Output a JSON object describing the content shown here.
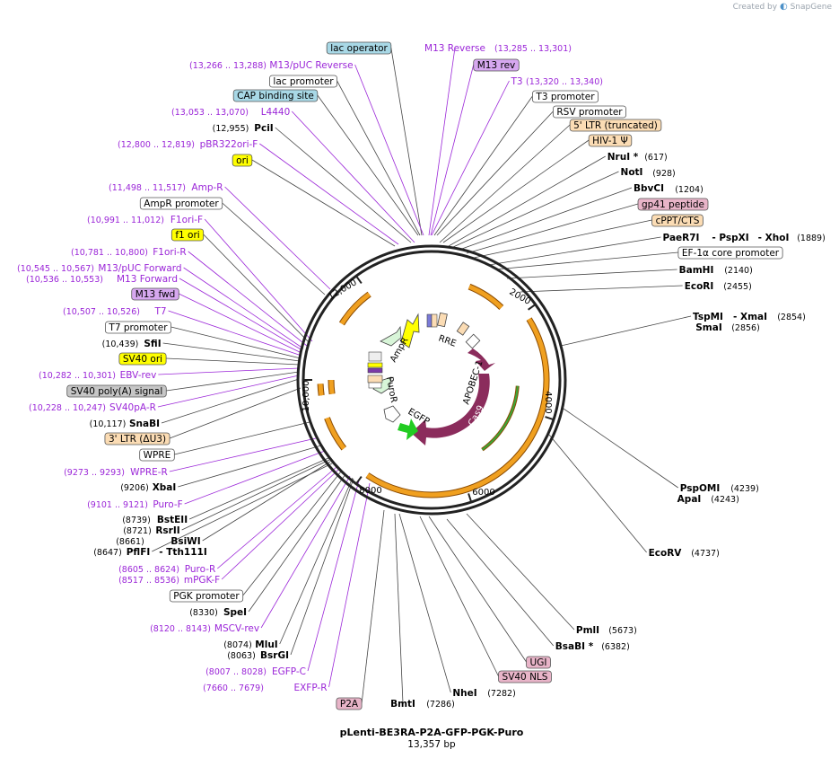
{
  "brand": {
    "created_by": "Created by",
    "app": "SnapGene"
  },
  "plasmid": {
    "name": "pLenti-BE3RA-P2A-GFP-PGK-Puro",
    "length": "13,357 bp"
  },
  "ticks": [
    "2000",
    "4000",
    "6000",
    "8000",
    "10,000",
    "12,000"
  ],
  "colors": {
    "primer": "#9b26d8",
    "ori_fill": "#ffff00",
    "lac_fill": "#a8d8e6",
    "ltr_fill": "#fbdcb4",
    "pink_fill": "#e8b4c8",
    "primer_box": "#d7a8f0",
    "gray_box": "#c6c6c6",
    "cas9": "#8b2c5c",
    "egfp": "#22cc22",
    "orf_orange": "#f0a020"
  },
  "features_inner": [
    "AmpR",
    "RRE",
    "APOBEC-1",
    "Cas9",
    "PuroR",
    "EGFP"
  ],
  "labels": {
    "lac_operator": "lac operator",
    "m13_reverse": "M13 Reverse",
    "m13_reverse_c": "(13,285 .. 13,301)",
    "m13_pucrev_c": "(13,266 .. 13,288)",
    "m13_pucrev": "M13/pUC Reverse",
    "m13_rev": "M13 rev",
    "t3": "T3",
    "t3_c": "(13,320 .. 13,340)",
    "lac_promoter": "lac promoter",
    "t3_promoter": "T3 promoter",
    "cap_site": "CAP binding site",
    "rsv_promoter": "RSV promoter",
    "l4440_c": "(13,053 .. 13,070)",
    "l4440": "L4440",
    "ltr5": "5' LTR (truncated)",
    "pcii_c": "(12,955)",
    "pcii": "PciI",
    "hiv": "HIV-1 Ψ",
    "nrui": "NruI *",
    "nrui_c": "(617)",
    "pbr_c": "(12,800 .. 12,819)",
    "pbr": "pBR322ori-F",
    "noti": "NotI",
    "noti_c": "(928)",
    "ori": "ori",
    "bbvci": "BbvCI",
    "bbvci_c": "(1204)",
    "gp41": "gp41 peptide",
    "ampr_f_c": "(11,498 .. 11,517)",
    "ampr_f": "Amp-R",
    "cppt": "cPPT/CTS",
    "ampr_promoter": "AmpR promoter",
    "paer7i": "PaeR7I",
    "pspxi": "- PspXI",
    "xhoi": "- XhoI",
    "xhoi_c": "(1889)",
    "f1ori_f_c": "(10,991 .. 11,012)",
    "f1ori_f": "F1ori-F",
    "ef1a": "EF-1α core promoter",
    "f1_ori": "f1 ori",
    "bamhi": "BamHI",
    "bamhi_c": "(2140)",
    "f1ori_r_c": "(10,781 .. 10,800)",
    "f1ori_r": "F1ori-R",
    "ecori": "EcoRI",
    "ecori_c": "(2455)",
    "m13puc_fwd_c": "(10,545 .. 10,567)",
    "m13puc_fwd": "M13/pUC Forward",
    "m13_fwd_c": "(10,536 .. 10,553)",
    "m13_fwd": "M13 Forward",
    "m13fwd_box": "M13 fwd",
    "tspmi": "TspMI",
    "xmai": "- XmaI",
    "xmai_c": "(2854)",
    "smai": "SmaI",
    "smai_c": "(2856)",
    "t7_c": "(10,507 .. 10,526)",
    "t7": "T7",
    "t7_promoter": "T7 promoter",
    "sfii_c": "(10,439)",
    "sfii": "SfiI",
    "sv40_ori": "SV40 ori",
    "ebv_c": "(10,282 .. 10,301)",
    "ebv": "EBV-rev",
    "sv40_polya": "SV40 poly(A) signal",
    "sv40pa_c": "(10,228 .. 10,247)",
    "sv40pa": "SV40pA-R",
    "snabi_c": "(10,117)",
    "snabi": "SnaBI",
    "ltr3": "3' LTR (ΔU3)",
    "wpre": "WPRE",
    "wpre_r_c": "(9273 .. 9293)",
    "wpre_r": "WPRE-R",
    "pspomi": "PspOMI",
    "pspomi_c": "(4239)",
    "apai": "ApaI",
    "apai_c": "(4243)",
    "xbai_c": "(9206)",
    "xbai": "XbaI",
    "purof_c": "(9101 .. 9121)",
    "purof": "Puro-F",
    "ecorv": "EcoRV",
    "ecorv_c": "(4737)",
    "bsteii_c": "(8739)",
    "bsteii": "BstEII",
    "rsrii_c": "(8721)",
    "rsrii": "RsrII",
    "bsiwi_c": "(8661)",
    "bsiwi": "BsiWI",
    "pflfi_c": "(8647)",
    "pflfi": "PflFI",
    "tth": "- Tth111I",
    "puror_c": "(8605 .. 8624)",
    "puror": "Puro-R",
    "mpgk_c": "(8517 .. 8536)",
    "mpgk": "mPGK-F",
    "pgk_promoter": "PGK promoter",
    "spei_c": "(8330)",
    "spei": "SpeI",
    "msvc_c": "(8120 .. 8143)",
    "msvc": "MSCV-rev",
    "pmli": "PmlI",
    "pmli_c": "(5673)",
    "mlui_c": "(8074)",
    "mlui": "MluI",
    "bsabi": "BsaBI *",
    "bsabi_c": "(6382)",
    "bsrgi_c": "(8063)",
    "bsrgi": "BsrGI",
    "ugi": "UGI",
    "egfpc_c": "(8007 .. 8028)",
    "egfpc": "EGFP-C",
    "sv40_nls": "SV40 NLS",
    "exfp_c": "(7660 .. 7679)",
    "exfp": "EXFP-R",
    "nhei": "NheI",
    "nhei_c": "(7282)",
    "p2a": "P2A",
    "bmti": "BmtI",
    "bmti_c": "(7286)"
  }
}
